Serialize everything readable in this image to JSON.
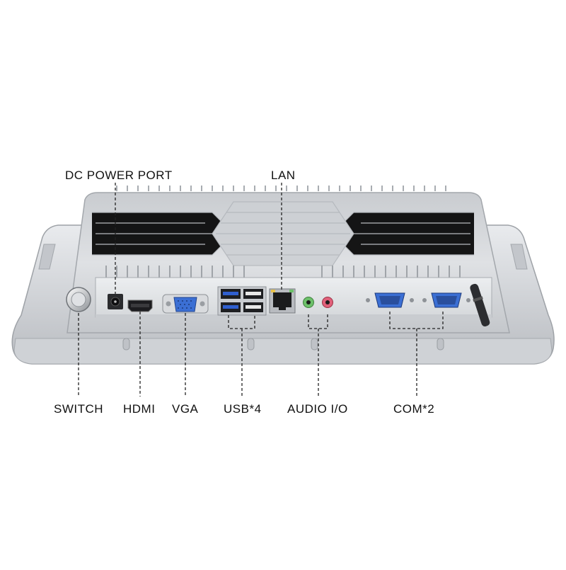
{
  "labels": {
    "dc_power_port": "DC POWER PORT",
    "lan": "LAN",
    "switch": "SWITCH",
    "hdmi": "HDMI",
    "vga": "VGA",
    "usb": "USB*4",
    "audio": "AUDIO I/O",
    "com": "COM*2"
  },
  "colors": {
    "chassis": "#d6d8db",
    "chassis_dark": "#a9adb2",
    "io_panel": "#e4e6e9",
    "vga_blue": "#3b6fd4",
    "usb3_blue": "#2f5fcf",
    "audio_green": "#6cc06a",
    "audio_pink": "#e0607a",
    "leader_line": "#222222"
  }
}
